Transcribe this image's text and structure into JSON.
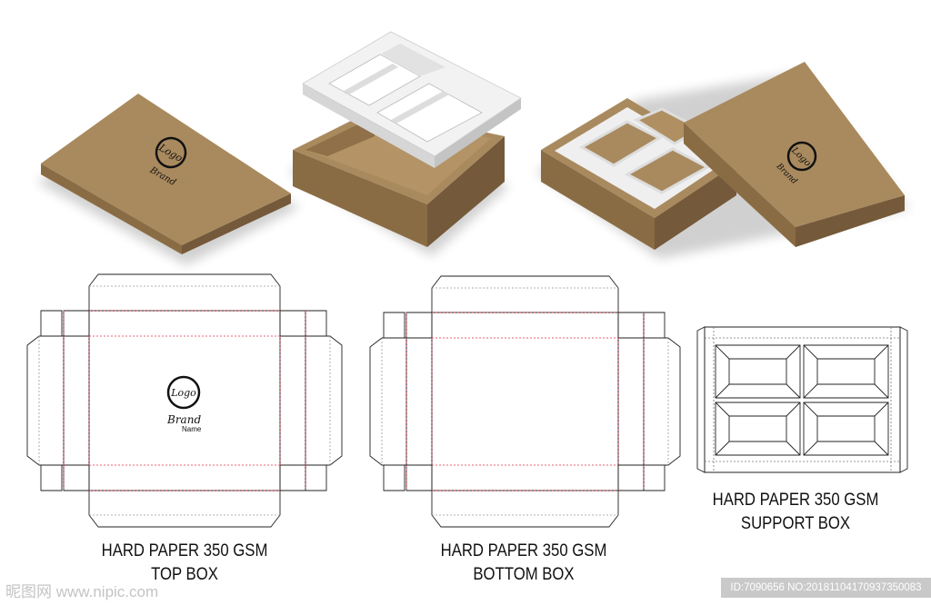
{
  "logo": {
    "text": "Logo",
    "brand": "Brand",
    "name": "Name"
  },
  "labels": {
    "top_box": {
      "line1": "HARD PAPER 350 GSM",
      "line2": "TOP BOX"
    },
    "bottom_box": {
      "line1": "HARD PAPER 350 GSM",
      "line2": "BOTTOM BOX"
    },
    "support_box": {
      "line1": "HARD PAPER 350 GSM",
      "line2": "SUPPORT BOX"
    }
  },
  "watermark": {
    "site": "昵图网 www.nipic.com",
    "id": "ID:7090656 NO:20181104170937350083"
  },
  "colors": {
    "kraft_top": "#a98a5e",
    "kraft_side": "#8a6c44",
    "kraft_dark": "#74593a",
    "insert": "#f2f2f2",
    "insert_side": "#d6d6d6",
    "cut": "#222222",
    "fold": "#e0304a"
  }
}
